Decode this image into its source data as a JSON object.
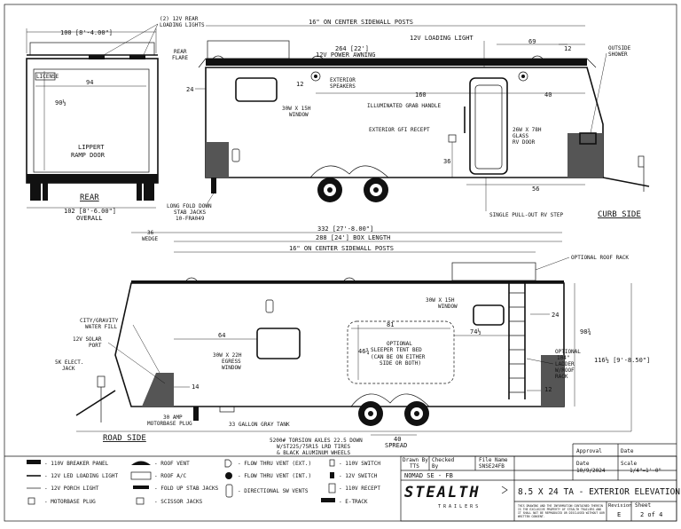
{
  "rear": {
    "top_width": "100 [8'-4.00\"]",
    "loading_lights": "(2) 12V REAR",
    "loading_lights_2": "LOADING LIGHTS",
    "license": "LICENSE",
    "inner_width": "94",
    "door_height": "90½",
    "ramp_1": "LIPPERT",
    "ramp_2": "RAMP DOOR",
    "view_title": "REAR",
    "overall_1": "102 [8'-6.00\"]",
    "overall_2": "OVERALL"
  },
  "curb": {
    "posts": "16\" ON CENTER SIDEWALL POSTS",
    "loading_light": "12V LOADING LIGHT",
    "awning_1": "264 [22']",
    "awning_2": "12V POWER AWNING",
    "dim_69": "69",
    "dim_12a": "12",
    "rear_flare_1": "REAR",
    "rear_flare_2": "FLARE",
    "outside_shower_1": "OUTSIDE",
    "outside_shower_2": "SHOWER",
    "dim_24": "24",
    "dim_12b": "12",
    "speakers_1": "EXTERIOR",
    "speakers_2": "SPEAKERS",
    "dim_160": "160",
    "dim_40": "40",
    "window_1": "30W X 15H",
    "window_2": "WINDOW",
    "grab_handle": "ILLUMINATED GRAB HANDLE",
    "gfi": "EXTERIOR GFI RECEPT",
    "door_1": "26W X 78H",
    "door_2": "GLASS",
    "door_3": "RV DOOR",
    "dim_36": "36",
    "dim_56": "56",
    "stab_1": "LONG FOLD DOWN",
    "stab_2": "STAB JACKS",
    "stab_3": "10-FRA049",
    "step": "SINGLE PULL-OUT RV STEP",
    "view_title": "CURB SIDE"
  },
  "road": {
    "overall": "332 [27'-8.00\"]",
    "wedge_1": "36",
    "wedge_2": "WEDGE",
    "box_length": "288 [24'] BOX LENGTH",
    "posts": "16\" ON CENTER SIDEWALL POSTS",
    "roof_rack": "OPTIONAL ROOF RACK",
    "window_1": "30W X 15H",
    "window_2": "WINDOW",
    "dim_24": "24",
    "city_1": "CITY/GRAVITY",
    "city_2": "WATER FILL",
    "dim_81": "81",
    "dim_74": "74½",
    "dim_98": "98¾",
    "dim_116": "116½ [9'-8.50\"]",
    "solar_1": "12V SOLAR",
    "solar_2": "PORT",
    "dim_64": "64",
    "dim_46": "46¾",
    "bed_1": "OPTIONAL",
    "bed_2": "SLEEPER TENT BED",
    "bed_3": "(CAN BE ON EITHER",
    "bed_4": "SIDE OR BOTH)",
    "ladder_1": "OPTIONAL",
    "ladder_2": "104\"",
    "ladder_3": "LADDER",
    "ladder_4": "W/ROOF",
    "ladder_5": "RACK",
    "elect_1": "5K ELECT.",
    "elect_2": "JACK",
    "egress_1": "30W X 22H",
    "egress_2": "EGRESS",
    "egress_3": "WINDOW",
    "dim_14": "14",
    "dim_12": "12",
    "plug_1": "30 AMP",
    "plug_2": "MOTORBASE PLUG",
    "gray_tank": "33 GALLON GRAY TANK",
    "axles_1": "5200# TORSION AXLES 22.5 DOWN",
    "axles_2": "W/ST225/75R15 LRD TIRES",
    "axles_3": "& BLACK ALUMINUM WHEELS",
    "spread_1": "40",
    "spread_2": "SPREAD",
    "view_title": "ROAD SIDE"
  },
  "legend": [
    "- 110V BREAKER PANEL",
    "- 12V LED LOADING LIGHT",
    "- 12V  PORCH LIGHT",
    "- MOTORBASE PLUG",
    "- ROOF VENT",
    "- ROOF A/C",
    "- FOLD UP STAB JACKS",
    "- SCISSOR JACKS",
    "- FLOW THRU VENT (EXT.)",
    "- FLOW THRU VENT (INT.)",
    "- DIRECTIONAL SW VENTS",
    "- 110V SWITCH",
    "- 12V SWITCH",
    "- 110V RECEPT",
    "- E-TRACK"
  ],
  "title_block": {
    "drawn_by_label": "Drawn By",
    "drawn_by": "TTS",
    "checked_label_1": "Checked",
    "checked_label_2": "By",
    "file_name_label": "File Name",
    "file_name": "SNSE24FB",
    "approval": "Approval",
    "date_head": "Date",
    "date_label": "Date",
    "date": "10/9/2024",
    "scale_label": "Scale",
    "scale": "1/4\"=1'-0\"",
    "model": "NOMAD SE - FB",
    "logo": "STEALTH",
    "logo_sub": "T R A I L E R S",
    "title": "8.5 X 24 TA - EXTERIOR ELEVATION",
    "revision_label": "Revision",
    "revision": "E",
    "sheet_label": "Sheet",
    "sheet": "2 of 4",
    "notice_1": "THIS DRAWING AND THE INFORMATION CONTAINED THEREIN",
    "notice_2": "IS THE EXCLUSIVE PROPERTY OF STEALTH TRAILERS AND",
    "notice_3": "IT SHALL NOT BE REPRODUCED OR DISCLOSED WITHOUT OUR",
    "notice_4": "WRITTEN CONSENT."
  }
}
